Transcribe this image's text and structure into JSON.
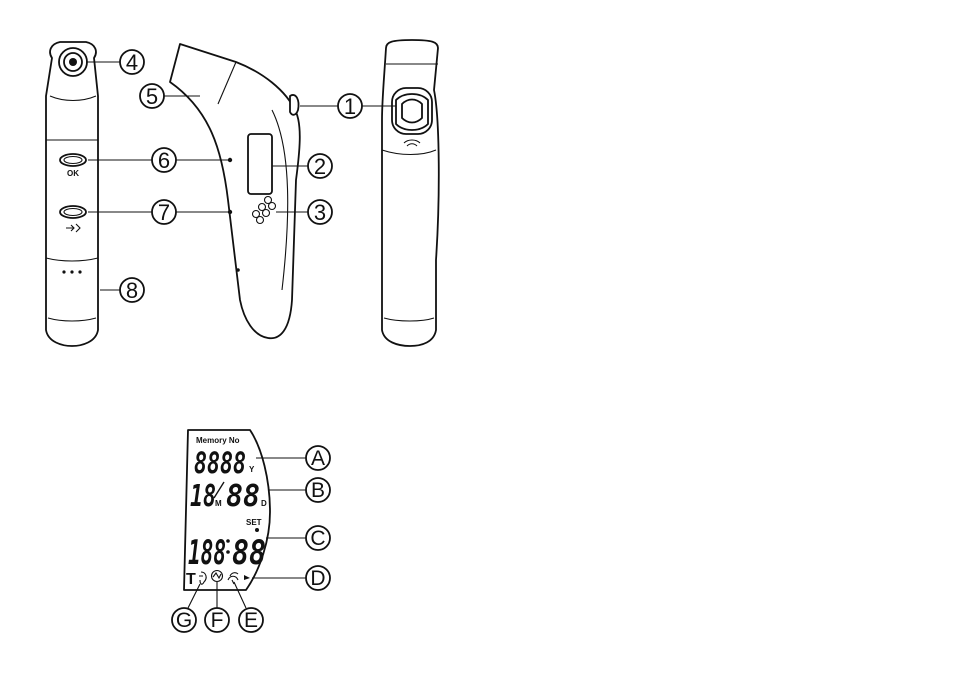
{
  "device_labels": [
    {
      "id": "1",
      "text": "1"
    },
    {
      "id": "2",
      "text": "2"
    },
    {
      "id": "3",
      "text": "3"
    },
    {
      "id": "4",
      "text": "4"
    },
    {
      "id": "5",
      "text": "5"
    },
    {
      "id": "6",
      "text": "6"
    },
    {
      "id": "7",
      "text": "7"
    },
    {
      "id": "8",
      "text": "8"
    }
  ],
  "button_captions": {
    "ok": "OK"
  },
  "display_labels": [
    {
      "id": "A",
      "text": "A"
    },
    {
      "id": "B",
      "text": "B"
    },
    {
      "id": "C",
      "text": "C"
    },
    {
      "id": "D",
      "text": "D"
    },
    {
      "id": "E",
      "text": "E"
    },
    {
      "id": "F",
      "text": "F"
    },
    {
      "id": "G",
      "text": "G"
    }
  ],
  "lcd": {
    "memory_no": "Memory No",
    "year_digits": "8888",
    "year_unit": "Y",
    "month_digits": "18",
    "month_unit": "M",
    "day_digits": "88",
    "day_unit": "D",
    "set_label": "SET",
    "temp_left": "188",
    "temp_right": "88",
    "t_label": "T"
  },
  "icons": [
    "sound-icon",
    "forehead-icon",
    "object-mode-icon",
    "battery-icon",
    "memory-dots-icon",
    "wave-icon"
  ]
}
